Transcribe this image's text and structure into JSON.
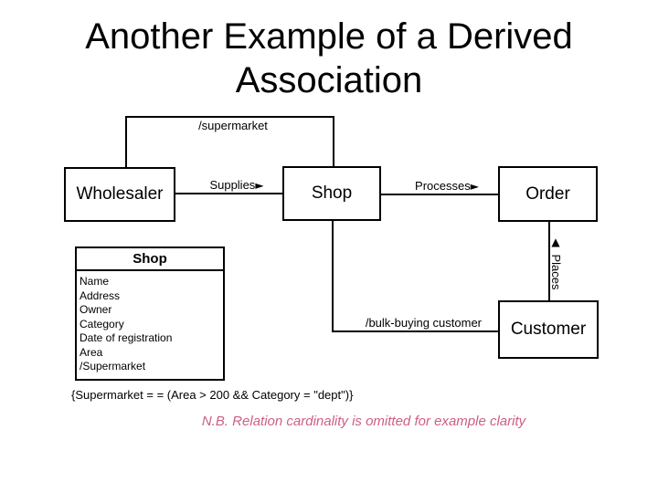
{
  "slide": {
    "title_line1": "Another Example of a Derived",
    "title_line2": "Association",
    "constraint": "{Supermarket = = (Area > 200 && Category = \"dept\")}",
    "note": "N.B. Relation cardinality is omitted for example clarity"
  },
  "diagram": {
    "boxes": [
      {
        "label": "Wholesaler"
      },
      {
        "label": "Shop"
      },
      {
        "label": "Order"
      },
      {
        "label": "Customer"
      }
    ],
    "labels": {
      "supermarket": "/supermarket",
      "supplies": "Supplies",
      "processes": "Processes",
      "places": "Places",
      "bulk_buying": "/bulk-buying customer",
      "arrow_right": "►",
      "arrow_up": "▲"
    },
    "shop_class": {
      "name": "Shop",
      "attributes": [
        "Name",
        "Address",
        "Owner",
        "Category",
        "Date of registration",
        "Area",
        "/Supermarket"
      ]
    }
  },
  "colors": {
    "ink": "#000000",
    "note_pink": "#cc5e86"
  }
}
